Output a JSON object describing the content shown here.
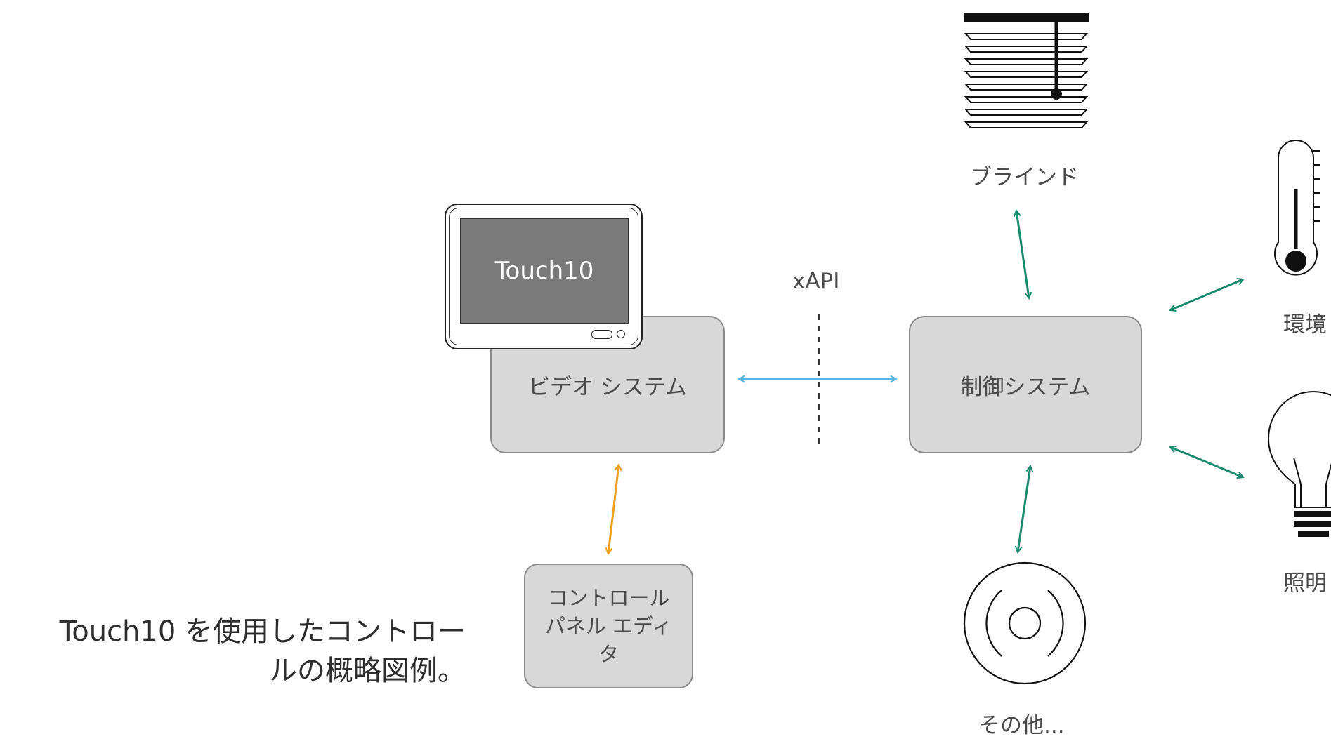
{
  "diagram": {
    "touch_device": {
      "screen_label": "Touch10"
    },
    "video_system": {
      "label": "ビデオ システム"
    },
    "control_system": {
      "label": "制御システム"
    },
    "panel_editor": {
      "label": "コントロール パネル エディタ"
    },
    "xapi_label": "xAPI",
    "devices": {
      "blinds": "ブラインド",
      "environment": "環境",
      "lighting": "照明",
      "other": "その他..."
    },
    "caption_lines": [
      "Touch10 を使用したコントロー",
      "ルの概略図例。"
    ]
  },
  "colors": {
    "box_fill": "#d8d8d8",
    "box_border": "#8a8a8a",
    "xapi_arrow": "#5ab4e0",
    "device_arrow": "#1a8a6e",
    "editor_arrow": "#f0a020",
    "icon": "#111111"
  },
  "icons": [
    "blinds-icon",
    "thermometer-icon",
    "lightbulb-icon",
    "speaker-icon"
  ]
}
